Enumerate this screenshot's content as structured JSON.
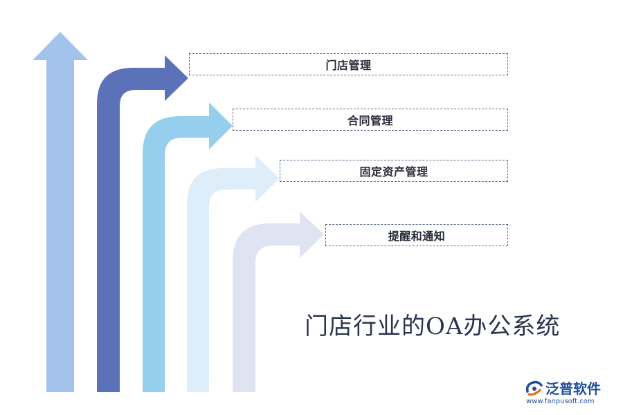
{
  "items": [
    {
      "label": "门店管理"
    },
    {
      "label": "合同管理"
    },
    {
      "label": "固定资产管理"
    },
    {
      "label": "提醒和通知"
    }
  ],
  "title": "门店行业的OA办公系统",
  "logo": {
    "name": "泛普软件",
    "url": "www.fanpusoft.com"
  },
  "colors": {
    "arrow_straight": "#a3c3ed",
    "arrow_1": "#5c72b8",
    "arrow_2": "#96cfee",
    "arrow_3": "#ddedf9",
    "arrow_4": "#dfe3f2",
    "logo_blue": "#1f4e9c",
    "logo_orange": "#e8742a"
  }
}
